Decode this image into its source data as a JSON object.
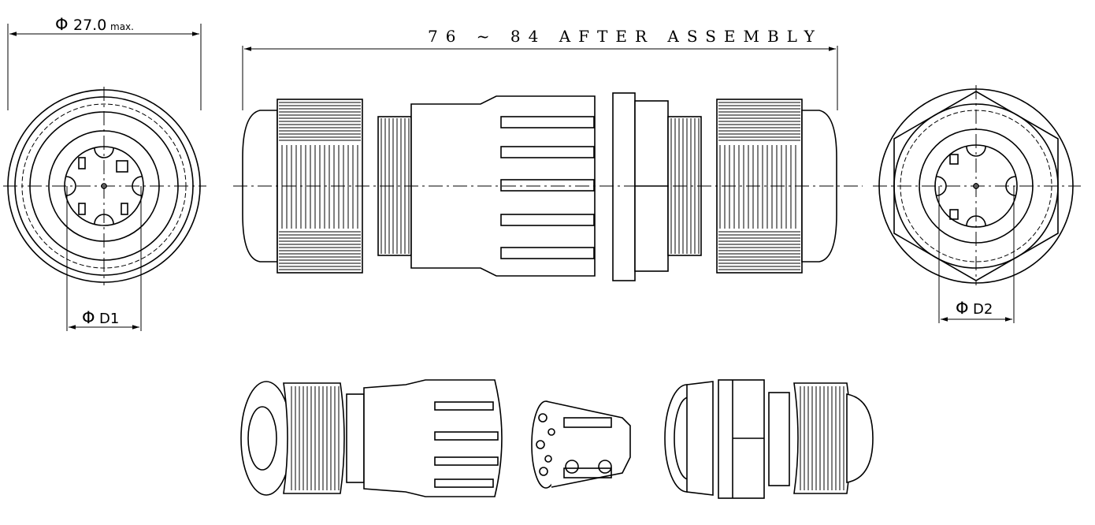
{
  "dimensions": {
    "outer_diameter": {
      "symbol": "Φ",
      "value": "27.0",
      "suffix": "max."
    },
    "overall_length": {
      "text": "76 ~ 84  AFTER  ASSEMBLY"
    },
    "d1": {
      "symbol": "Φ",
      "value": "D1"
    },
    "d2": {
      "symbol": "Φ",
      "value": "D2"
    }
  }
}
